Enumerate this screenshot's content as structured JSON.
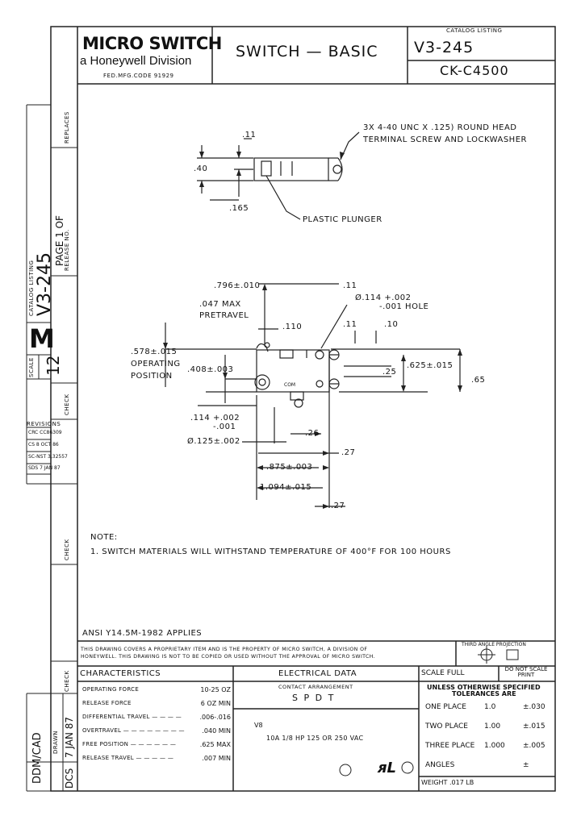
{
  "title_block": {
    "brand": "MICRO SWITCH",
    "division": "a Honeywell Division",
    "fed_code": "FED.MFG.CODE 91929",
    "title": "SWITCH — BASIC",
    "catalog_listing_label": "CATALOG LISTING",
    "catalog_number": "V3-245",
    "ck_number": "CK-C4500"
  },
  "side_strip": {
    "replaces": "REPLACES",
    "release_no": "RELEASE NO.",
    "catalog_listing": "CATALOG LISTING",
    "catalog_number": "V3-245",
    "page": "PAGE 1 OF",
    "page_num": "1",
    "letter": "M",
    "scale_label": "SCALE",
    "scale_num": "12",
    "check1": "CHECK",
    "check2": "CHECK",
    "check3": "CHECK",
    "revisions": "REVISIONS",
    "rev_a": "CRC CC86309",
    "rev_b": "CS 8 OCT 86",
    "rev_c": "SC-NST 3,32557",
    "rev_d": "SDS 7 JAN 87",
    "drawn_label": "DRAWN",
    "drawn_date": "7 JAN 87",
    "cad": "DDM/CAD",
    "dcs": "DCS"
  },
  "drawing": {
    "dim_11_top": ".11",
    "dim_40": ".40",
    "dim_165": ".165",
    "screw_note_1": "3X 4-40 UNC X .125) ROUND HEAD",
    "screw_note_2": "TERMINAL SCREW AND LOCKWASHER",
    "plastic_plunger": "PLASTIC PLUNGER",
    "dim_796": ".796±.010",
    "dim_11_mid": ".11",
    "hole_1": "Ø.114 +.002",
    "hole_2": "-.001  HOLE",
    "max_pretravel_1": ".047 MAX",
    "max_pretravel_2": "PRETRAVEL",
    "dim_110": ".110",
    "dim_11_b": ".11",
    "dim_10": ".10",
    "op_pos_1": ".578±.015",
    "op_pos_2": "OPERATING",
    "op_pos_3": "POSITION",
    "dim_408": ".408±.003",
    "dim_25": ".25",
    "dim_625": ".625±.015",
    "dim_65": ".65",
    "dim_114_a": ".114 +.002",
    "dim_114_b": "-.001",
    "com": "COM",
    "dim_125": "Ø.125±.002",
    "dim_26": ".26",
    "dim_27a": ".27",
    "dim_875": ".875±.003",
    "dim_1094": "1.094±.015",
    "dim_27b": ".27"
  },
  "notes": {
    "heading": "NOTE:",
    "note_1": "1.  SWITCH MATERIALS WILL WITHSTAND TEMPERATURE OF 400°F FOR 100 HOURS",
    "ansi": "ANSI Y14.5M-1982 APPLIES"
  },
  "proprietary": {
    "line_1": "THIS DRAWING COVERS A PROPRIETARY ITEM AND IS THE PROPERTY OF MICRO SWITCH, A DIVISION OF",
    "line_2": "HONEYWELL. THIS DRAWING IS NOT TO BE COPIED OR USED WITHOUT THE APPROVAL OF MICRO SWITCH.",
    "third_angle": "THIRD ANGLE PROJECTION"
  },
  "characteristics": {
    "heading": "CHARACTERISTICS",
    "rows": [
      {
        "label": "OPERATING FORCE",
        "value": "10-25 OZ"
      },
      {
        "label": "RELEASE FORCE",
        "value": "6 OZ MIN"
      },
      {
        "label": "DIFFERENTIAL TRAVEL — — — —",
        "value": ".006-.016"
      },
      {
        "label": "OVERTRAVEL — — — — — — — —",
        "value": ".040 MIN"
      },
      {
        "label": "FREE POSITION — — — — — —",
        "value": ".625 MAX"
      },
      {
        "label": "RELEASE TRAVEL — — — — —",
        "value": ".007 MIN"
      }
    ]
  },
  "electrical": {
    "heading": "ELECTRICAL DATA",
    "contact_label": "CONTACT ARRANGEMENT",
    "contact_value": "S P D T",
    "code": "V8",
    "rating": "10A 1/8 HP 125 OR 250 VAC"
  },
  "tolerances": {
    "scale_label": "SCALE FULL",
    "do_not_scale": "DO NOT SCALE PRINT",
    "heading_1": "UNLESS OTHERWISE SPECIFIED",
    "heading_2": "TOLERANCES ARE",
    "rows": [
      {
        "label": "ONE PLACE",
        "example": "1.0",
        "tol": "±.030"
      },
      {
        "label": "TWO PLACE",
        "example": "1.00",
        "tol": "±.015"
      },
      {
        "label": "THREE PLACE",
        "example": "1.000",
        "tol": "±.005"
      },
      {
        "label": "ANGLES",
        "example": "",
        "tol": "±"
      }
    ],
    "weight": "WEIGHT .017 LB"
  }
}
